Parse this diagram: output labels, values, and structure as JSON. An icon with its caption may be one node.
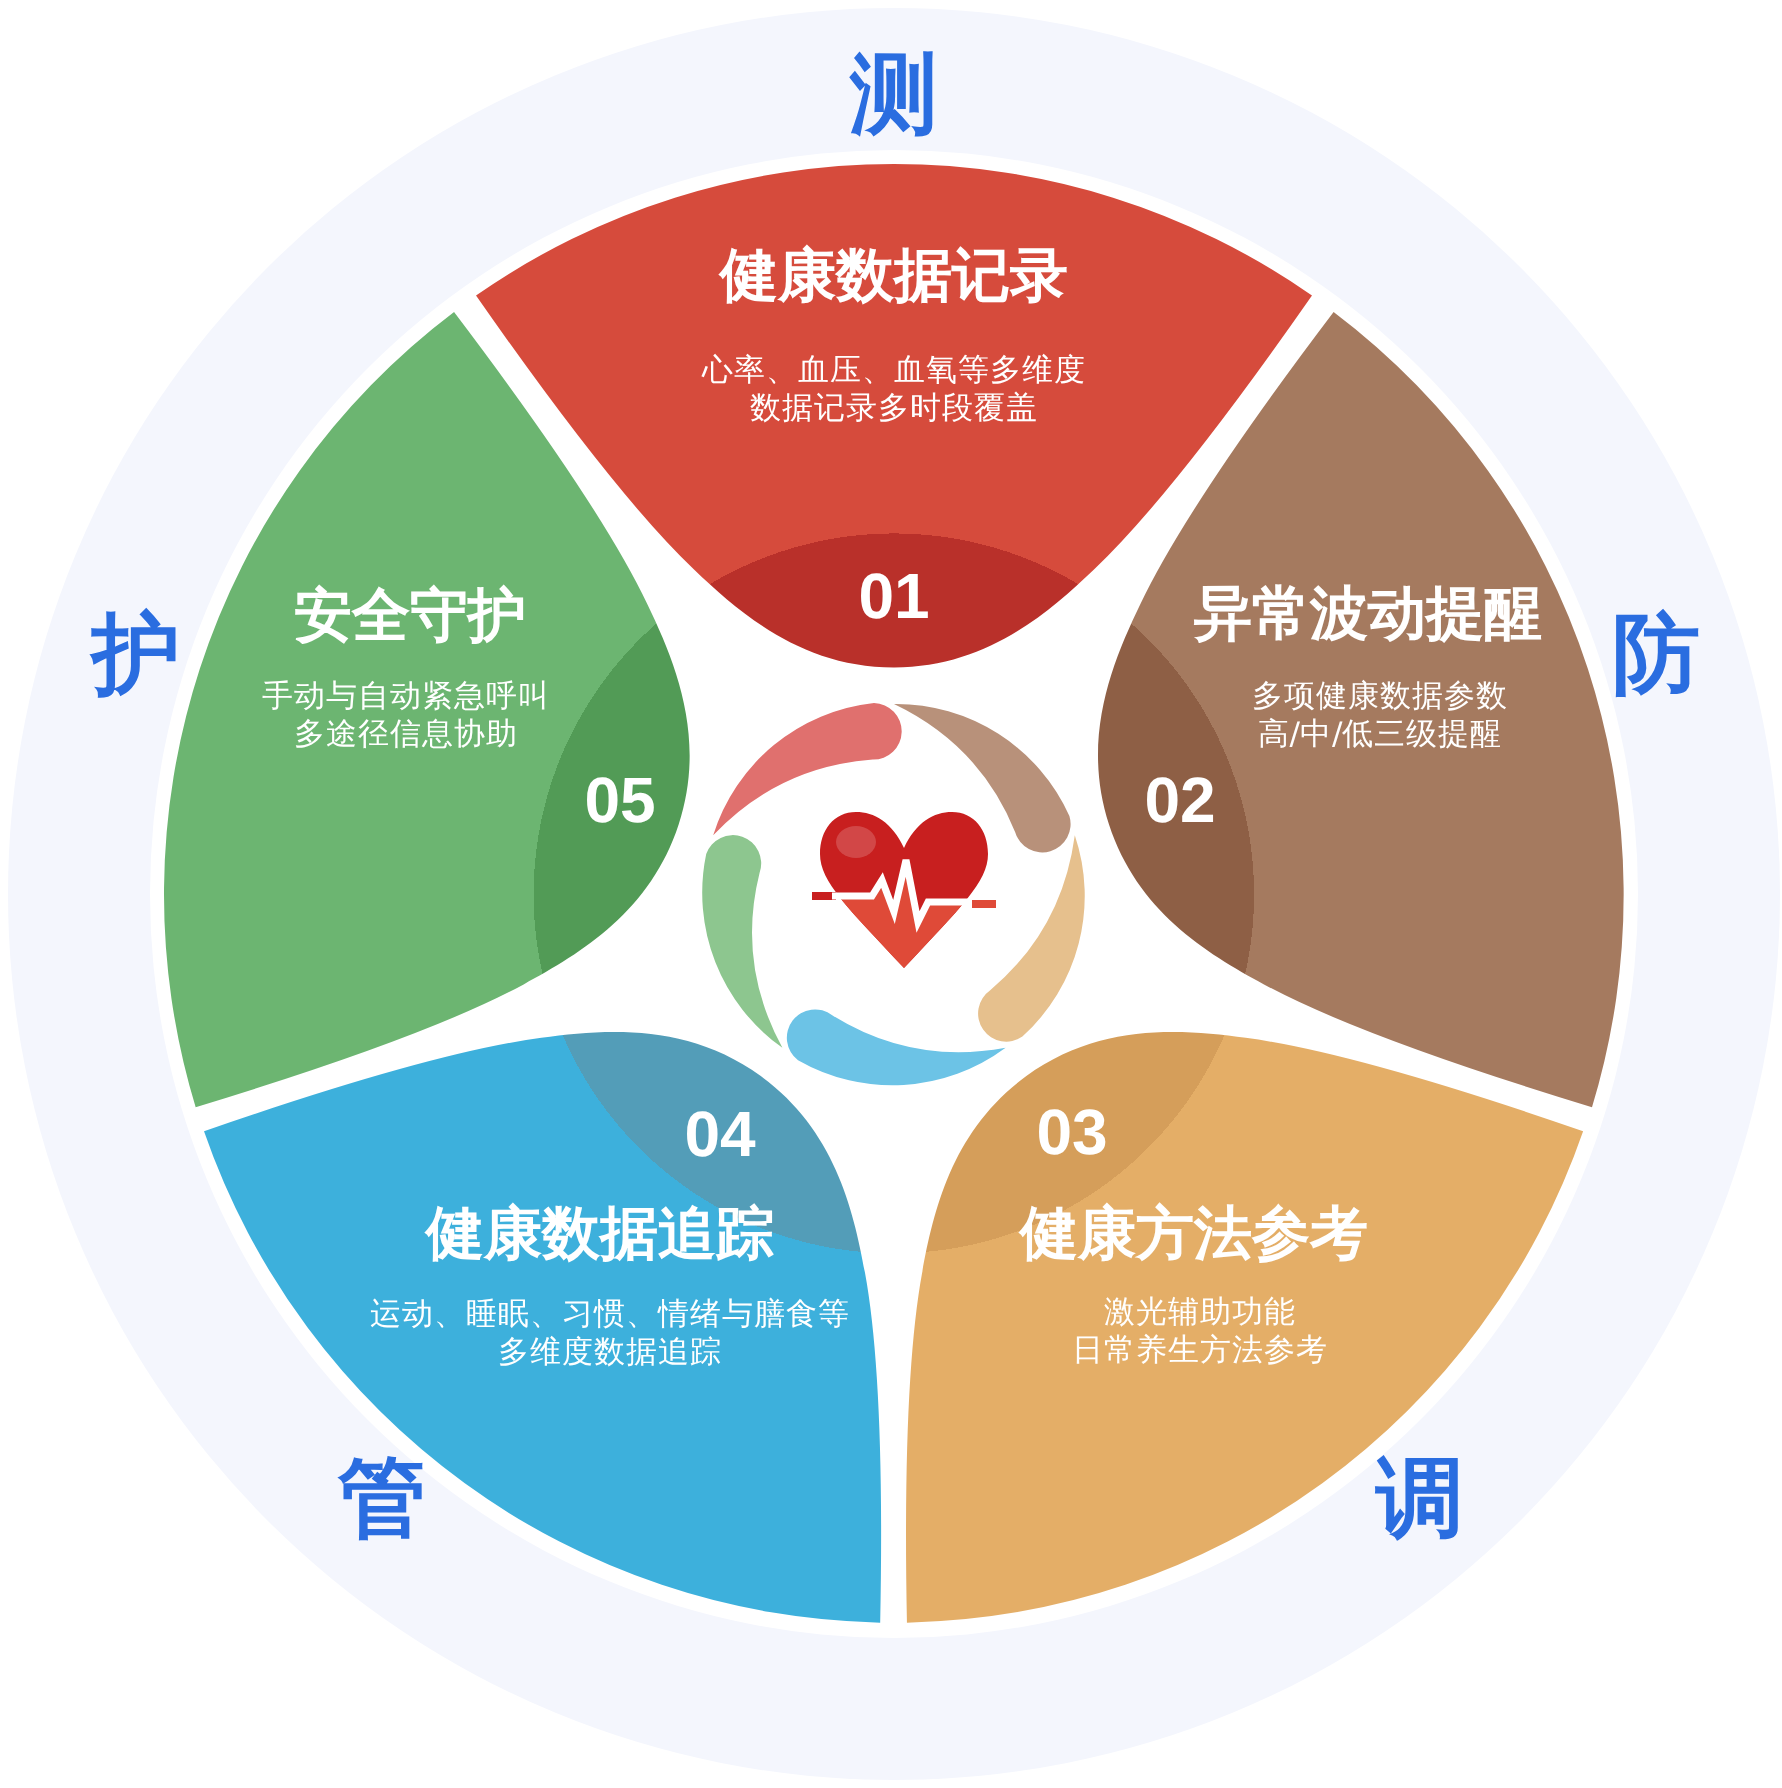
{
  "diagram": {
    "nodes": [
      {
        "text": [
          "健康数据记录",
          "心率、血压、血氧等多维度数据记录多时段覆盖",
          "01"
        ],
        "beside": [
          "测"
        ]
      },
      {
        "text": [
          "异常波动提醒",
          "多项健康数据参数高/中/低三级提醒",
          "02"
        ],
        "beside": [
          "防"
        ]
      },
      {
        "text": [
          "03",
          "健康方法参考",
          "激光辅助功能日常养生方法参考",
          "调"
        ]
      },
      {
        "text": [
          "04",
          "健康数据追踪",
          "运动、睡眠、习惯、情绪与膳食等多维度数据追踪",
          "管"
        ]
      },
      {
        "text": [
          "安全守护",
          "手动与自动紧急呼叫多途径信息协助",
          "05"
        ],
        "beside": [
          "护"
        ]
      }
    ]
  }
}
